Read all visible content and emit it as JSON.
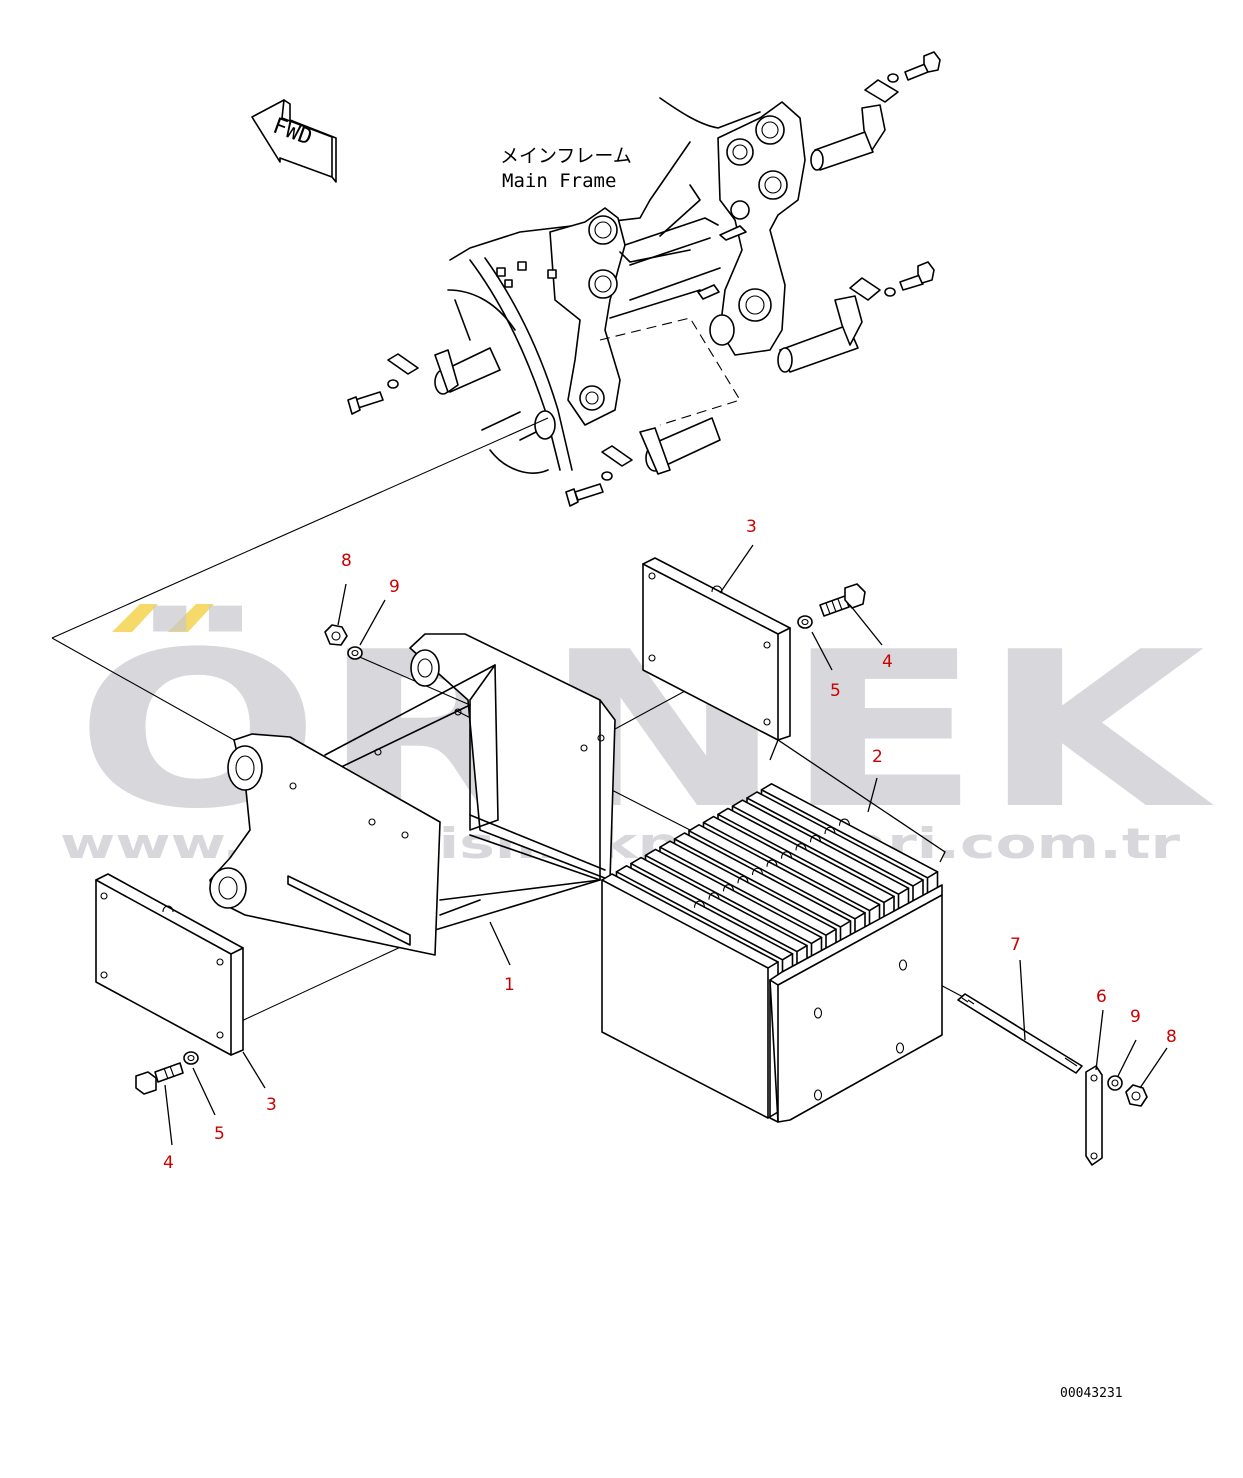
{
  "direction_indicator": "FWD",
  "main_frame_label_jp": "メインフレーム",
  "main_frame_label_en": "Main Frame",
  "drawing_code": "00043231",
  "watermark": {
    "brand": "ÖRNEK",
    "url": "www.ornekismakparcalari.com.tr",
    "accent_color": "#f0c419",
    "text_color": "#c9c9cf"
  },
  "callout_color": "#cc0000",
  "callouts": [
    {
      "number": "1"
    },
    {
      "number": "2"
    },
    {
      "number": "3"
    },
    {
      "number": "3"
    },
    {
      "number": "4"
    },
    {
      "number": "4"
    },
    {
      "number": "5"
    },
    {
      "number": "5"
    },
    {
      "number": "6"
    },
    {
      "number": "7"
    },
    {
      "number": "8"
    },
    {
      "number": "8"
    },
    {
      "number": "9"
    },
    {
      "number": "9"
    }
  ]
}
